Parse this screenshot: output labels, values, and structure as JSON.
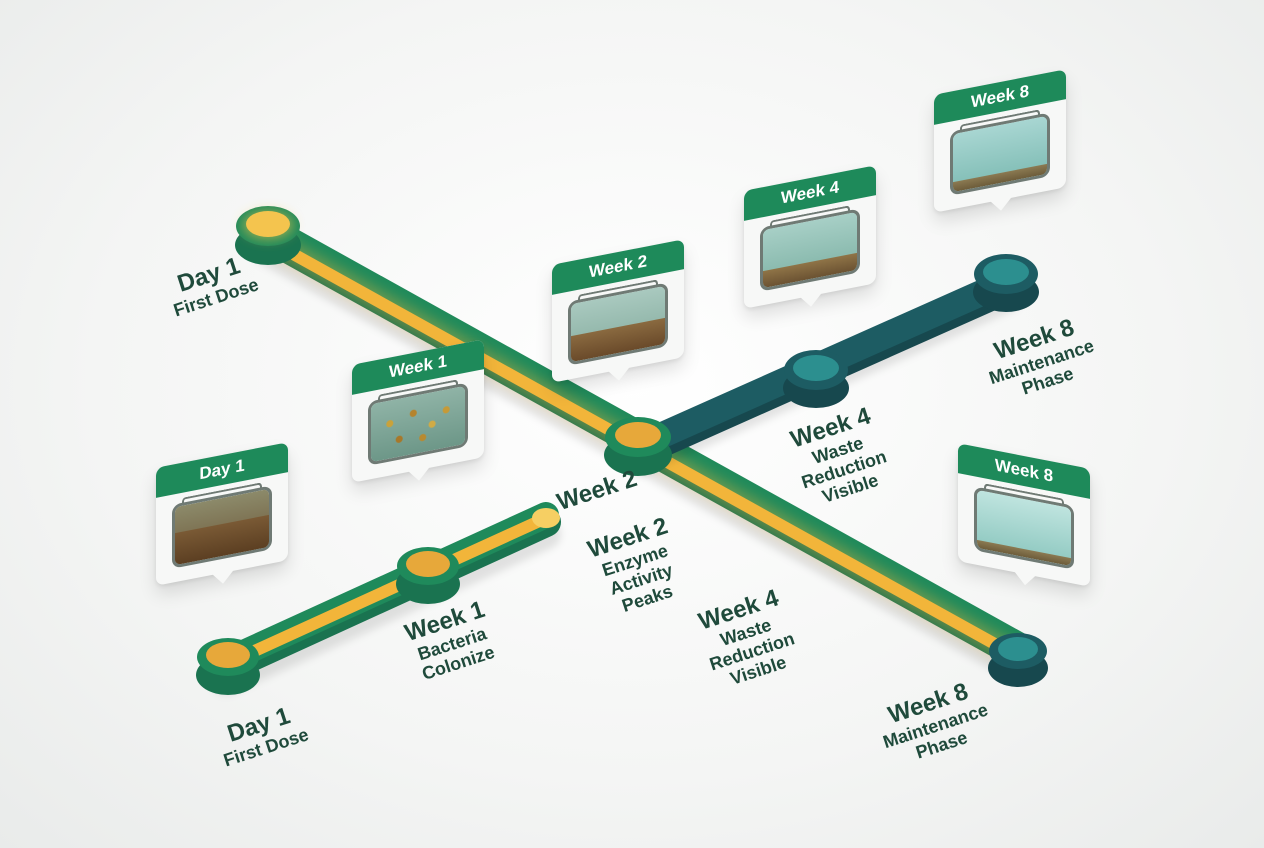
{
  "colors": {
    "track_green": "#1f8a5b",
    "track_teal": "#1d5c63",
    "stripe_amber": "#f2b53a",
    "node_amber": "#e7a83a",
    "node_teal": "#2c8f8f",
    "label_text": "#1f4a3b",
    "card_header": "#1e8a5a"
  },
  "cards": [
    {
      "id": "card-day1-front",
      "title": "Day 1",
      "stage": "murky-brown"
    },
    {
      "id": "card-week1",
      "title": "Week 1",
      "stage": "bacteria-particles"
    },
    {
      "id": "card-week2",
      "title": "Week 2",
      "stage": "settling-sludge"
    },
    {
      "id": "card-week4",
      "title": "Week 4",
      "stage": "reduced-sludge"
    },
    {
      "id": "card-week8-back",
      "title": "Week 8",
      "stage": "clear-water"
    },
    {
      "id": "card-week8-front",
      "title": "Week 8",
      "stage": "clear-water"
    }
  ],
  "labels": {
    "day1_back": {
      "title": "Day 1",
      "sub": "First Dose"
    },
    "day1_front": {
      "title": "Day 1",
      "sub": "First Dose"
    },
    "week1": {
      "title": "Week 1",
      "sub": "Bacteria\nColonize"
    },
    "week2_a": {
      "title": "Week 2",
      "sub": ""
    },
    "week2_b": {
      "title": "Week 2",
      "sub": "Enzyme\nActivity\nPeaks"
    },
    "week4_back": {
      "title": "Week 4",
      "sub": "Waste\nReduction\nVisible"
    },
    "week4_front": {
      "title": "Week 4",
      "sub": "Waste\nReduction\nVisible"
    },
    "week8_back": {
      "title": "Week 8",
      "sub": "Maintenance\nPhase"
    },
    "week8_front": {
      "title": "Week 8",
      "sub": "Maintenance\nPhase"
    }
  }
}
